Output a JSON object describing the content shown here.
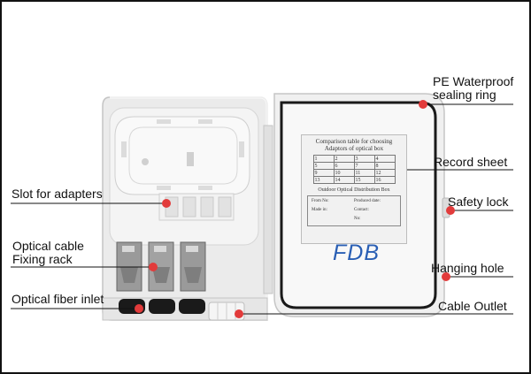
{
  "labels": {
    "pe_ring_1": "PE Waterproof",
    "pe_ring_2": "sealing ring",
    "record_sheet": "Record sheet",
    "safety_lock": "Safety lock",
    "hanging_hole": "Hanging hole",
    "cable_outlet": "Cable Outlet",
    "slot_adapters": "Slot for adapters",
    "optical_cable_1": "Optical cable",
    "optical_cable_2": "Fixing rack",
    "fiber_inlet": "Optical fiber inlet"
  },
  "record_sheet": {
    "title_1": "Comparison table for choosing",
    "title_2": "Adaptors of optical box",
    "grid": [
      [
        "1",
        "2",
        "3",
        "4"
      ],
      [
        "5",
        "6",
        "7",
        "8"
      ],
      [
        "9",
        "10",
        "11",
        "12"
      ],
      [
        "13",
        "14",
        "15",
        "16"
      ]
    ],
    "subtitle": "Outdoor Optical Distribution Box",
    "field_from": "From No:",
    "field_produced": "Produced date:",
    "field_made": "Made in:",
    "field_contact": "Contact:",
    "field_no": "No:"
  },
  "logo_text": "FDB",
  "colors": {
    "marker": "#e23b3b",
    "logo_blue": "#2a5fb4",
    "box_white": "#efefef"
  }
}
